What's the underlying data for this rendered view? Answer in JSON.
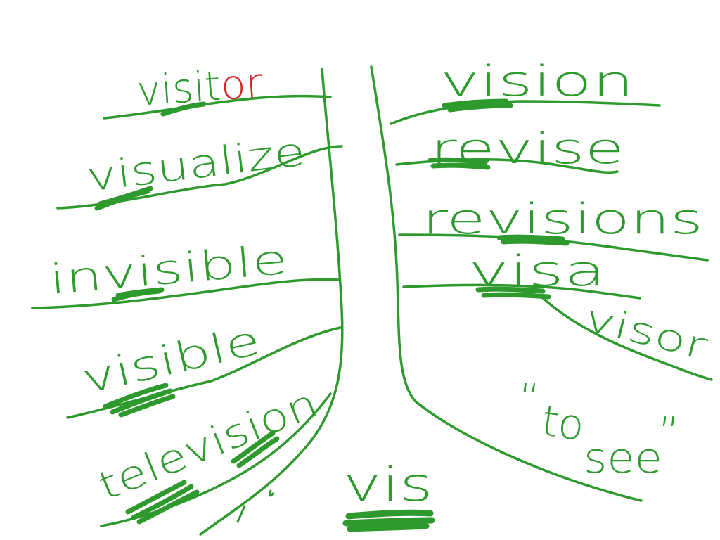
{
  "colors": {
    "ink": "#2e9a2e",
    "accent": "#d42a2a",
    "background": "#ffffff"
  },
  "root": "vis",
  "meaning": {
    "quote_open": "“",
    "word1": "to",
    "word2": "see",
    "quote_close": "”"
  },
  "left_branches": [
    {
      "base": "visit",
      "suffix": "or"
    },
    {
      "base": "visualize",
      "suffix": ""
    },
    {
      "base": "invisible",
      "suffix": ""
    },
    {
      "base": "visible",
      "suffix": ""
    },
    {
      "base": "television",
      "suffix": ""
    }
  ],
  "right_branches": [
    {
      "word": "vision"
    },
    {
      "word": "revise"
    },
    {
      "word": "revisions"
    },
    {
      "word": "visa"
    },
    {
      "word": "visor"
    }
  ]
}
